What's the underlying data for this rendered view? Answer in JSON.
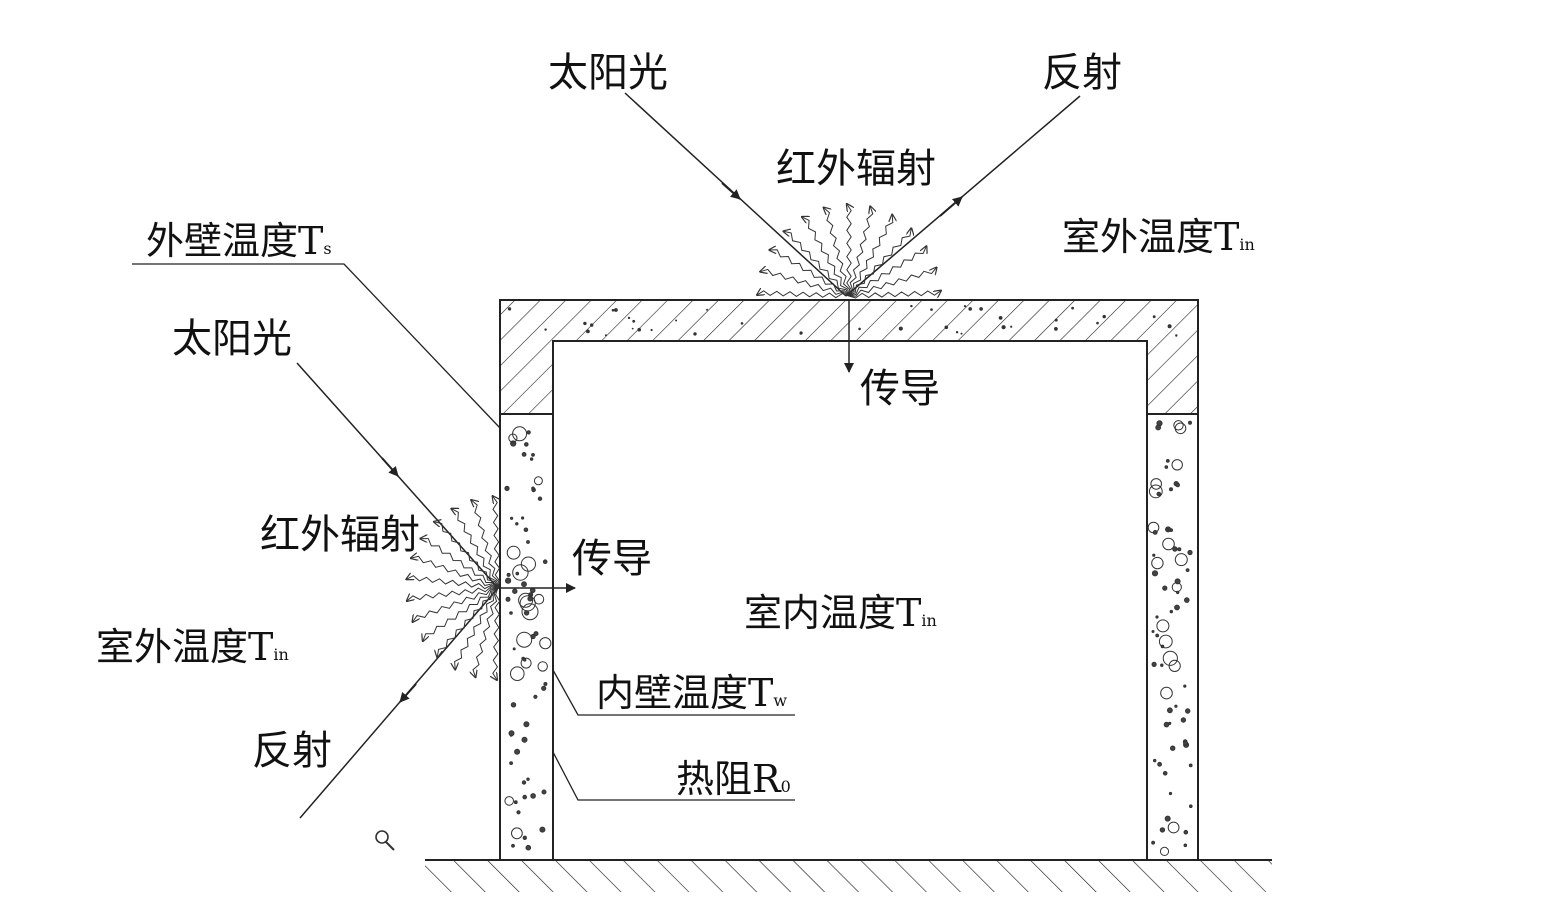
{
  "diagram": {
    "top": {
      "sunlight": "太阳光",
      "reflection": "反射",
      "infrared": "红外辐射",
      "outdoor_temp": {
        "text": "室外温度T",
        "sub": "in"
      },
      "conduction": "传导"
    },
    "left": {
      "outer_wall_temp": {
        "text": "外壁温度T",
        "sub": "s"
      },
      "sunlight": "太阳光",
      "infrared": "红外辐射",
      "conduction": "传导",
      "outdoor_temp": {
        "text": "室外温度T",
        "sub": "in"
      },
      "reflection": "反射"
    },
    "interior": {
      "indoor_temp": {
        "text": "室内温度T",
        "sub": "in"
      },
      "inner_wall_temp": {
        "text": "内壁温度T",
        "sub": "w"
      },
      "thermal_resistance": {
        "text": "热阻R",
        "sub": "0"
      }
    },
    "colors": {
      "ink": "#111111",
      "background": "#ffffff"
    },
    "icons": [
      "magnifier-icon"
    ]
  }
}
